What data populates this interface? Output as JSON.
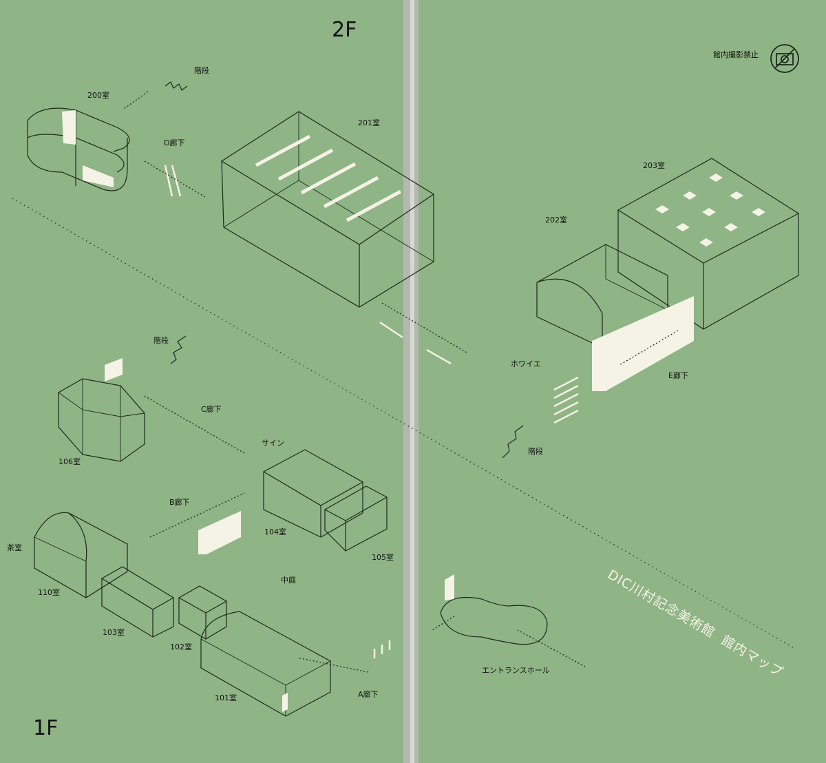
{
  "floors": {
    "upper": "2F",
    "lower": "1F"
  },
  "notice": "館内撮影禁止",
  "title": {
    "main": "DIC川村記念美術館",
    "sub": "館内マップ"
  },
  "rooms": {
    "r200": "200室",
    "r201": "201室",
    "r202": "202室",
    "r203": "203室",
    "r101": "101室",
    "r102": "102室",
    "r103": "103室",
    "r104": "104室",
    "r105": "105室",
    "r106": "106室",
    "r110": "110室"
  },
  "places": {
    "stairs_2f": "階段",
    "stairs_1f": "階段",
    "stairs_e": "階段",
    "corridor_a": "A廊下",
    "corridor_b": "B廊下",
    "corridor_c": "C廊下",
    "corridor_d": "D廊下",
    "corridor_e": "E廊下",
    "foyer": "ホワイエ",
    "sign": "サイン",
    "courtyard": "中庭",
    "tearoom": "茶室",
    "entrance": "エントランスホール"
  },
  "colors": {
    "background": "#8fb486",
    "line": "#1c2a1c",
    "accent": "#f5f3e6"
  }
}
